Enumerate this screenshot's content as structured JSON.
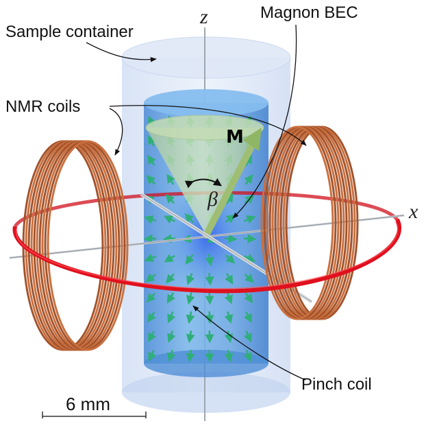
{
  "labels": {
    "sample_container": "Sample container",
    "nmr_coils": "NMR coils",
    "magnon_bec": "Magnon BEC",
    "pinch_coil": "Pinch coil",
    "magnetization": "M",
    "angle": "β",
    "axis_z": "z",
    "axis_x": "x",
    "scale_bar": "6 mm"
  },
  "colors": {
    "container": "#c9d9f2",
    "inner_sample": "#5f9edc",
    "bec_center": "#3f6fe8",
    "coil_copper": "#a3532c",
    "pinch_coil": "#e0101e",
    "arrows": "#2fae7a",
    "cone": "#b9d6a6"
  }
}
